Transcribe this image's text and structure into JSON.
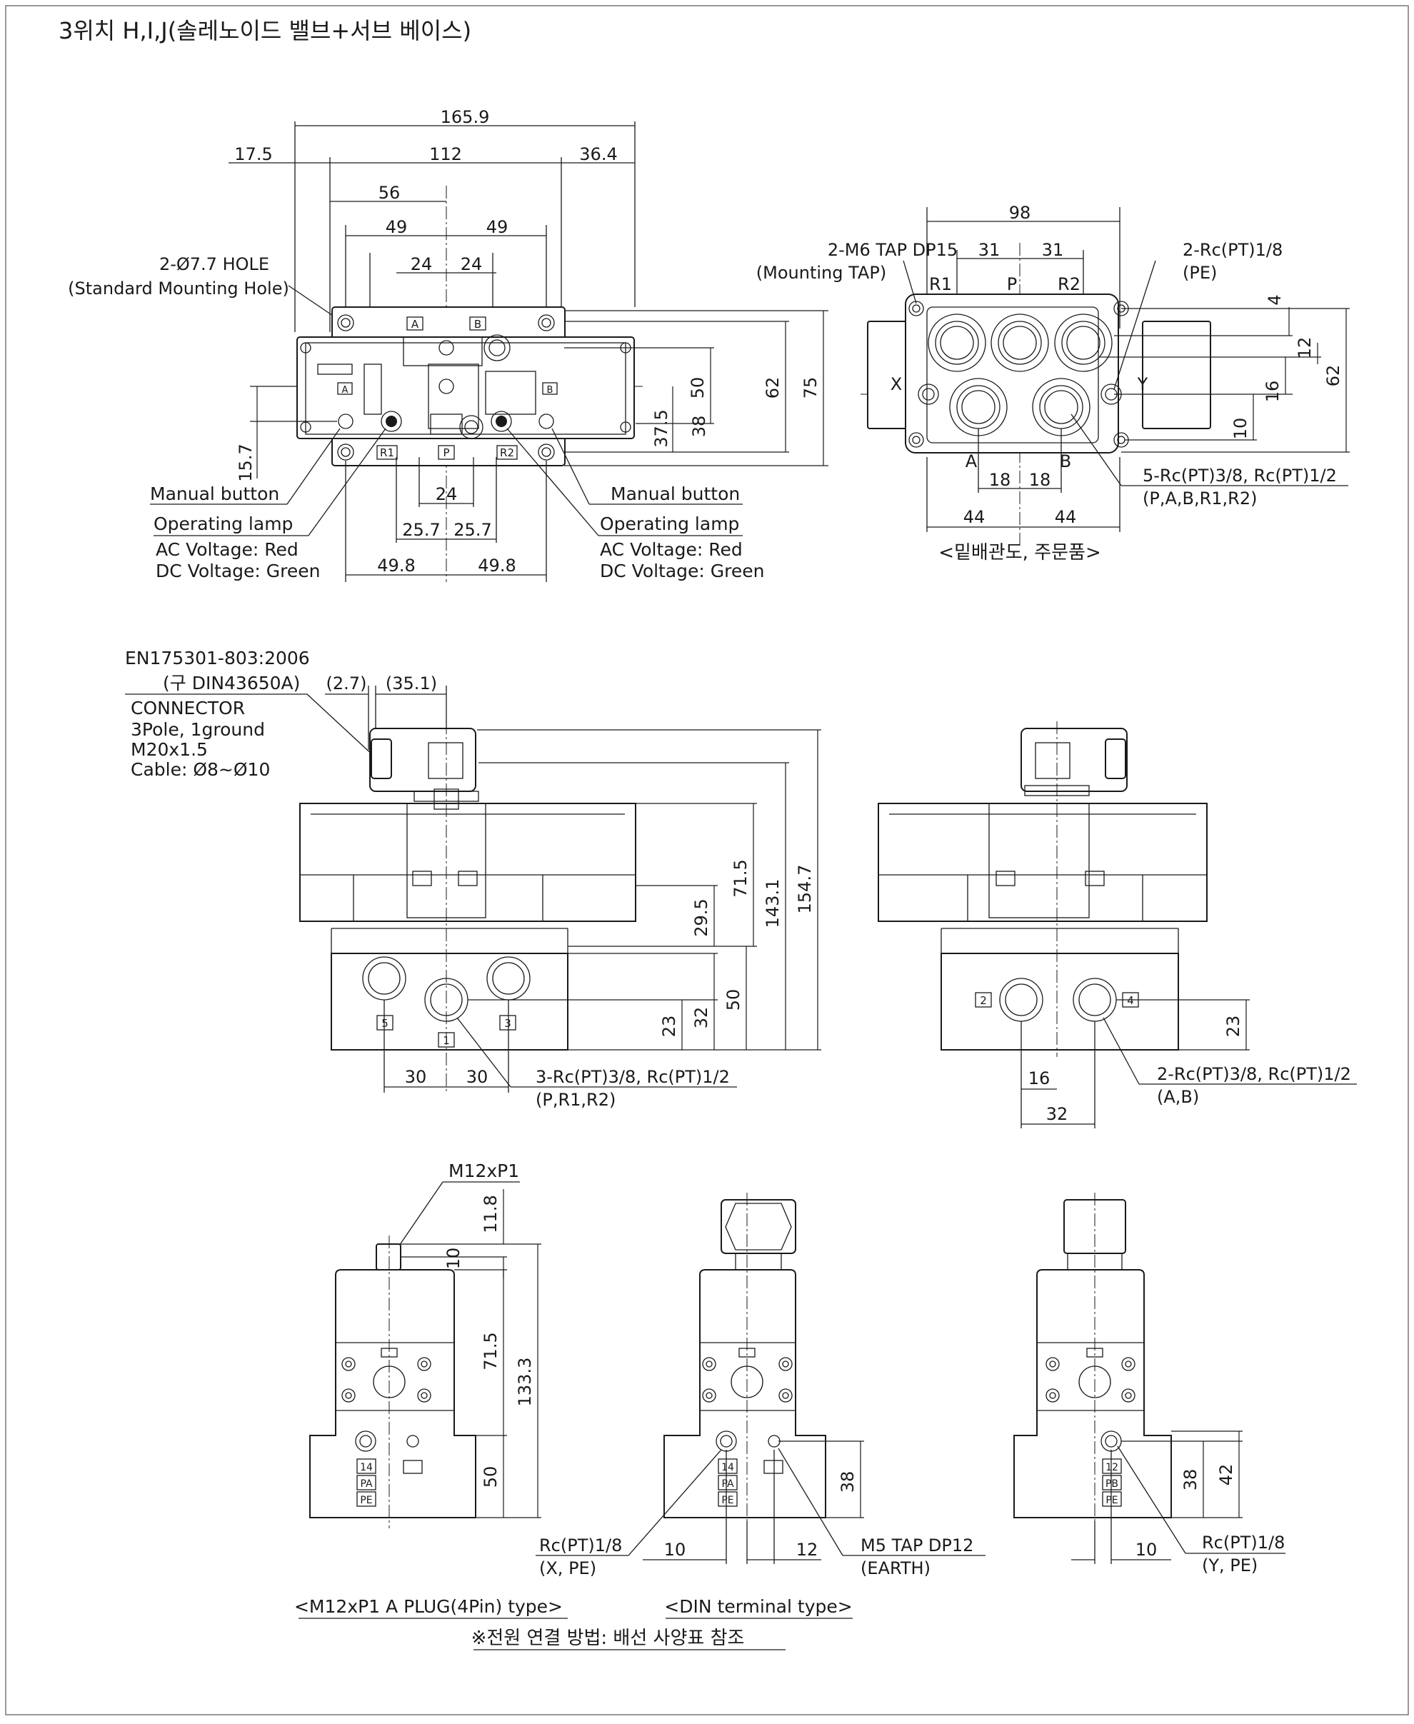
{
  "title": "3위치 H,I,J(솔레노이드 밸브+서브 베이스)",
  "top_view": {
    "dims": {
      "overall": "165.9",
      "left": "17.5",
      "middle": "112",
      "right": "36.4",
      "half": "56",
      "pitch_l": "49",
      "pitch_r": "49",
      "inner_l": "24",
      "inner_r": "24",
      "bottom_center": "24",
      "port_l": "25.7",
      "port_r": "25.7",
      "lamp_l": "49.8",
      "lamp_r": "49.8",
      "v38": "38",
      "v50": "50",
      "v62": "62",
      "v75": "75",
      "v37_5": "37.5",
      "v15_7": "15.7"
    },
    "hole_label": "2-Ø7.7 HOLE",
    "hole_label_sub": "(Standard Mounting Hole)",
    "labels": {
      "a": "A",
      "b": "B",
      "r1": "R1",
      "p": "P",
      "r2": "R2"
    },
    "left_notes": {
      "manual": "Manual button",
      "lamp": "Operating lamp",
      "ac": "AC Voltage: Red",
      "dc": "DC Voltage: Green"
    },
    "right_notes": {
      "manual": "Manual button",
      "lamp": "Operating lamp",
      "ac": "AC Voltage: Red",
      "dc": "DC Voltage: Green"
    }
  },
  "bottom_view": {
    "dims": {
      "w98": "98",
      "c31a": "31",
      "c31b": "31",
      "h4": "4",
      "h12": "12",
      "h16": "16",
      "h10": "10",
      "h62": "62",
      "s18a": "18",
      "s18b": "18",
      "s44a": "44",
      "s44b": "44"
    },
    "tap_label": "2-M6 TAP DP15",
    "tap_label_sub": "(Mounting TAP)",
    "pe_label": "2-Rc(PT)1/8",
    "pe_label_sub": "(PE)",
    "ports_label": "5-Rc(PT)3/8, Rc(PT)1/2",
    "ports_label_sub": "(P,A,B,R1,R2)",
    "letters": {
      "r1": "R1",
      "p": "P",
      "r2": "R2",
      "x": "X",
      "y": "Y",
      "a": "A",
      "b": "B"
    },
    "caption": "<밑배관도, 주문품>"
  },
  "front_view": {
    "connector": {
      "std": "EN175301-803:2006",
      "old": "(구 DIN43650A)",
      "name": "CONNECTOR",
      "pole": "3Pole, 1ground",
      "thread": "M20x1.5",
      "cable": "Cable: Ø8~Ø10"
    },
    "dims": {
      "d2_7": "(2.7)",
      "d35_1": "(35.1)",
      "v71_5": "71.5",
      "v29_5": "29.5",
      "v143_1": "143.1",
      "v154_7": "154.7",
      "v23": "23",
      "v32": "32",
      "v50": "50",
      "h30a": "30",
      "h30b": "30"
    },
    "port_badges": {
      "p5": "5",
      "p1": "1",
      "p3": "3"
    },
    "ports_label": "3-Rc(PT)3/8, Rc(PT)1/2",
    "ports_label_sub": "(P,R1,R2)"
  },
  "rear_view": {
    "dims": {
      "v23": "23",
      "h16": "16",
      "h32": "32"
    },
    "port_badges": {
      "p2": "2",
      "p4": "4"
    },
    "ports_label": "2-Rc(PT)3/8, Rc(PT)1/2",
    "ports_label_sub": "(A,B)"
  },
  "side_views": {
    "m12": {
      "plug_label": "M12xP1",
      "dims": {
        "v11_8": "11.8",
        "v10": "10",
        "v71_5": "71.5",
        "v133_3": "133.3",
        "v50": "50"
      },
      "badges": [
        "14",
        "PA",
        "PE"
      ],
      "caption": "<M12xP1 A PLUG(4Pin) type>"
    },
    "din": {
      "dims": {
        "v38": "38",
        "h10": "10",
        "h12": "12"
      },
      "badges": [
        "14",
        "PA",
        "PE"
      ],
      "port_label": "Rc(PT)1/8",
      "port_label_sub": "(X, PE)",
      "tap_label": "M5 TAP DP12",
      "tap_label_sub": "(EARTH)",
      "caption": "<DIN terminal type>"
    },
    "right": {
      "dims": {
        "v38": "38",
        "v42": "42",
        "h10": "10"
      },
      "badges": [
        "12",
        "PB",
        "PE"
      ],
      "port_label": "Rc(PT)1/8",
      "port_label_sub": "(Y, PE)"
    }
  },
  "footer_note": "※전원 연결 방법: 배선 사양표 참조"
}
